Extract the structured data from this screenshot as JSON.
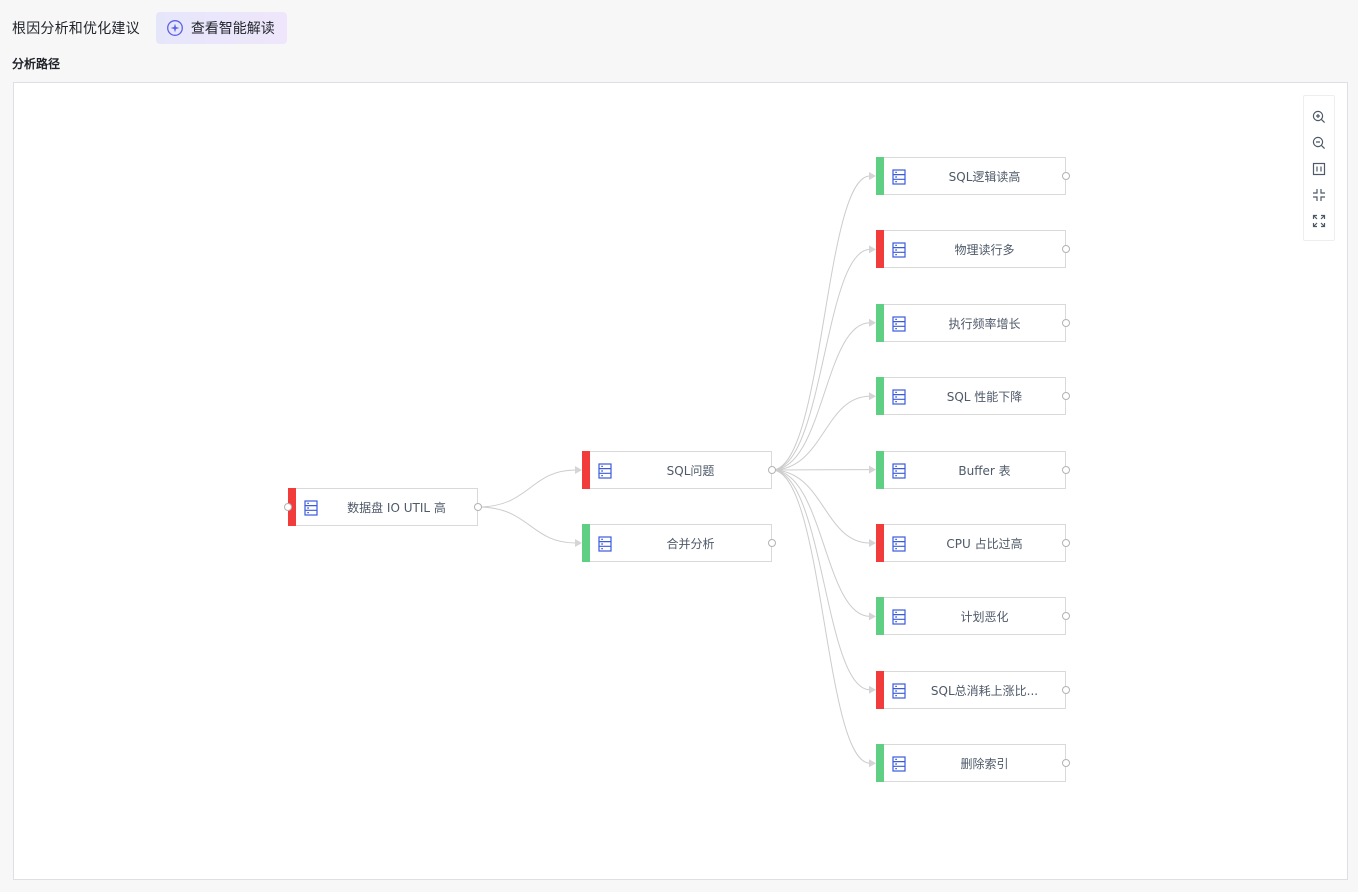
{
  "header": {
    "title": "根因分析和优化建议",
    "ai_button_label": "查看智能解读"
  },
  "section": {
    "title": "分析路径"
  },
  "colors": {
    "abnormal": "#f23c3c",
    "normal": "#5fcf83",
    "edge": "#cccccc",
    "icon": "#3b5bdb"
  },
  "graph": {
    "root": {
      "label": "数据盘 IO UTIL 高",
      "status": "abnormal"
    },
    "level1": [
      {
        "label": "SQL问题",
        "status": "abnormal"
      },
      {
        "label": "合并分析",
        "status": "normal"
      }
    ],
    "level2": [
      {
        "label": "SQL逻辑读高",
        "status": "normal"
      },
      {
        "label": "物理读行多",
        "status": "abnormal"
      },
      {
        "label": "执行频率增长",
        "status": "normal"
      },
      {
        "label": "SQL 性能下降",
        "status": "normal"
      },
      {
        "label": "Buffer 表",
        "status": "normal"
      },
      {
        "label": "CPU 占比过高",
        "status": "abnormal"
      },
      {
        "label": "计划恶化",
        "status": "normal"
      },
      {
        "label": "SQL总消耗上涨比...",
        "status": "abnormal"
      },
      {
        "label": "删除索引",
        "status": "normal"
      }
    ]
  },
  "toolbar": {
    "tools": [
      "zoom-in-icon",
      "zoom-out-icon",
      "fit-view-icon",
      "exit-fullscreen-icon",
      "fullscreen-icon"
    ]
  }
}
